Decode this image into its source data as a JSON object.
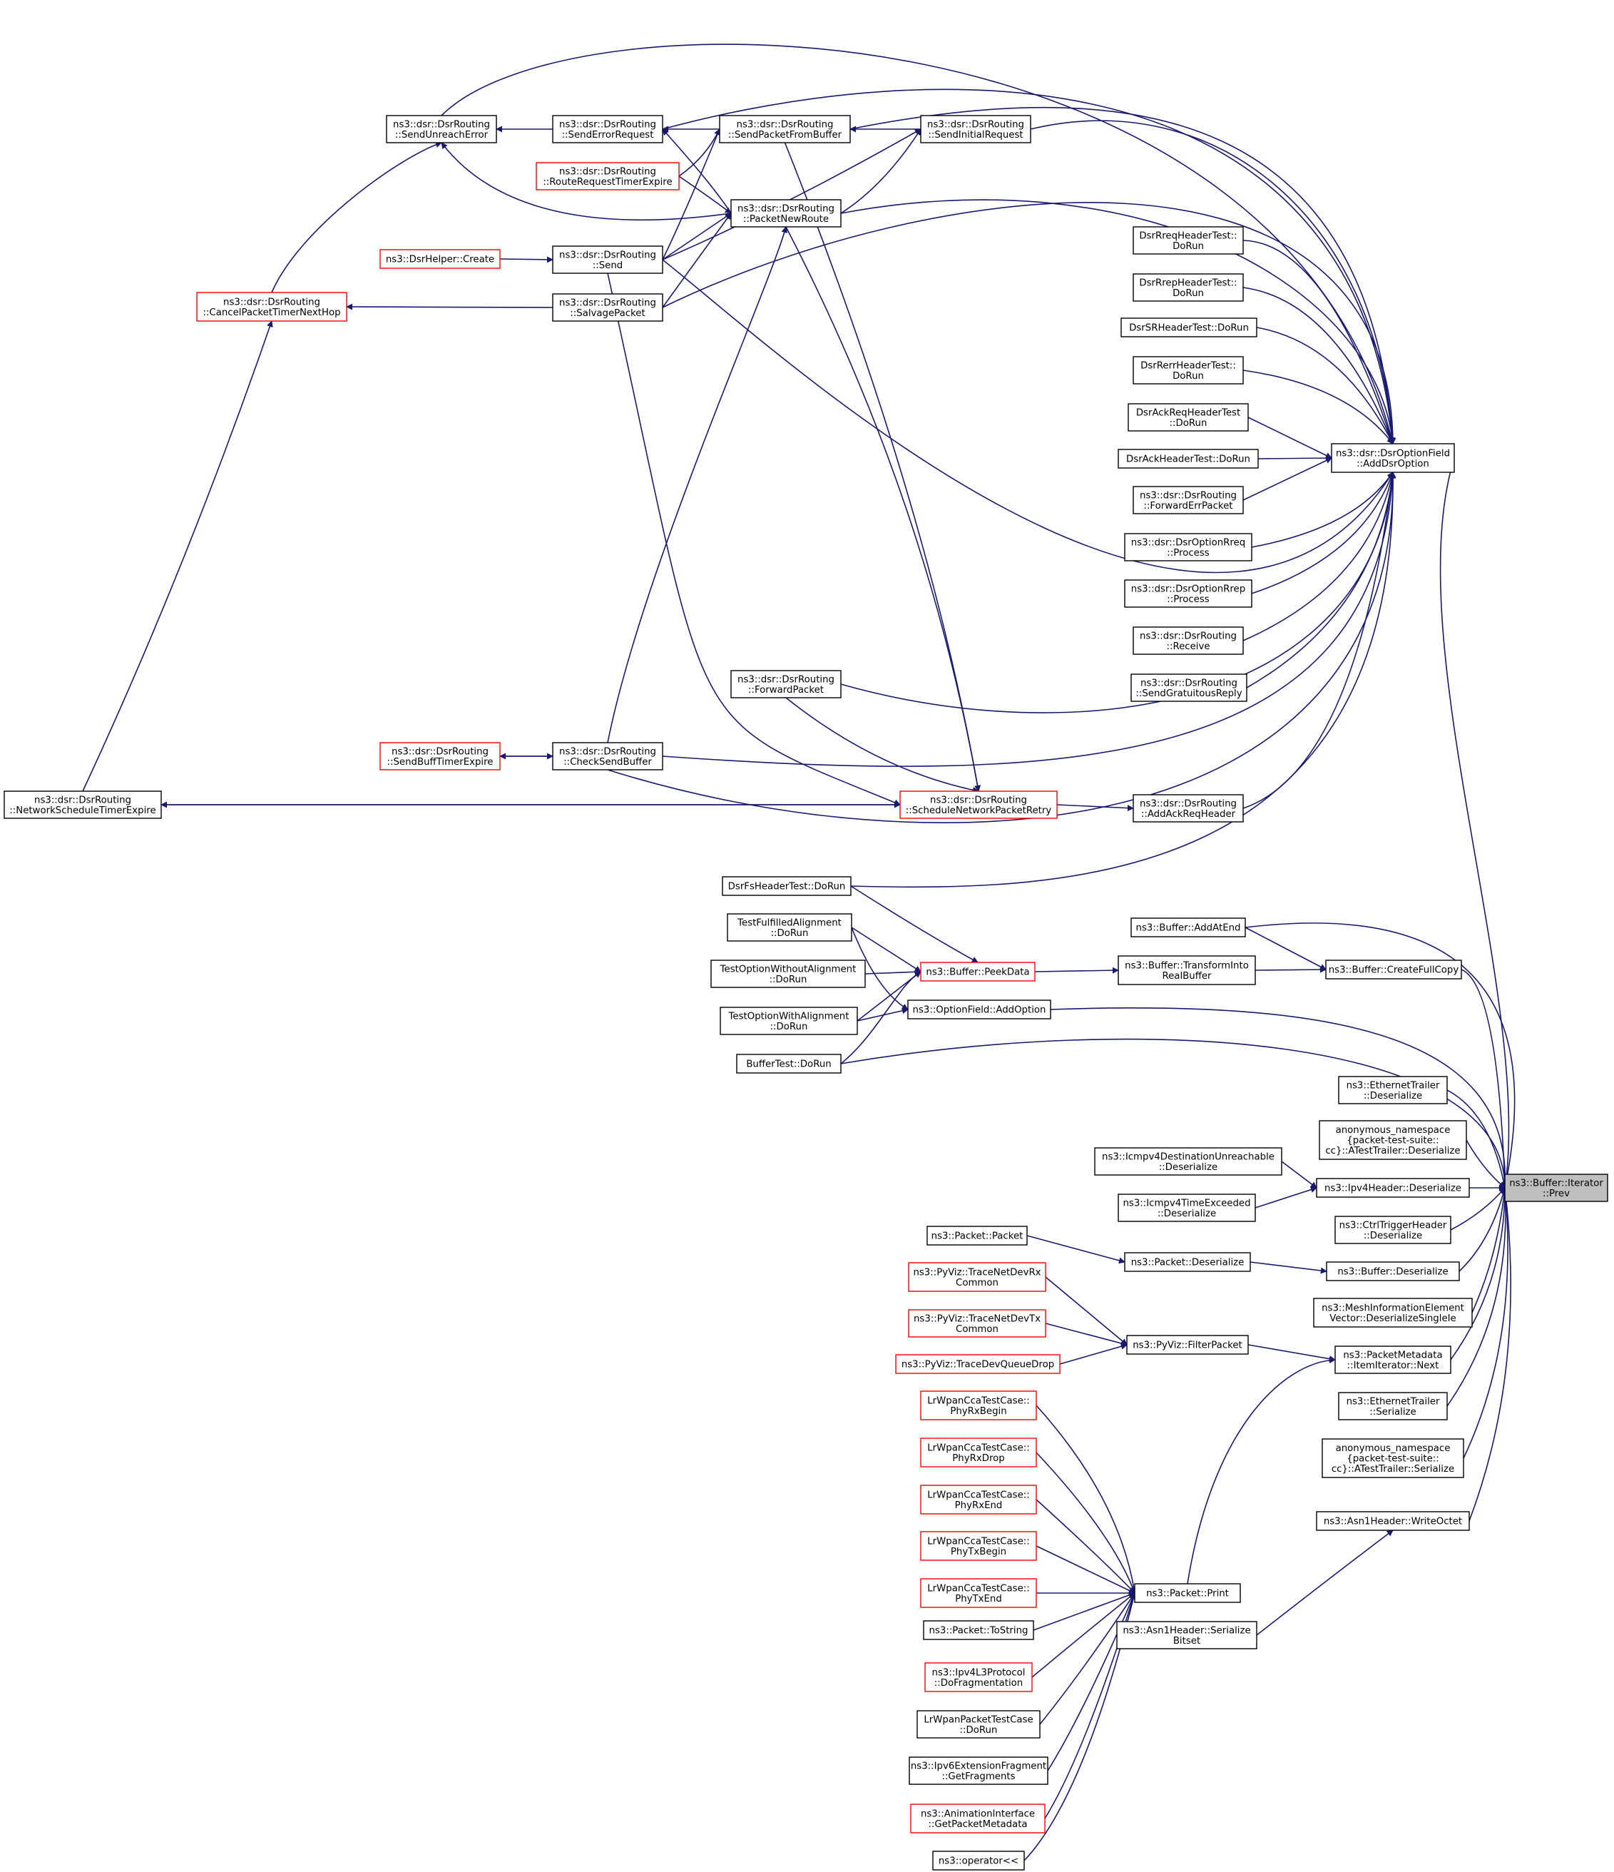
{
  "colors": {
    "edge": "#191970",
    "box_border": "#000000",
    "box_border_truncated": "#ff0000",
    "box_fill": "#ffffff",
    "root_fill": "#bfbfbf",
    "text": "#000000"
  },
  "nodes": {
    "prev": {
      "lines": [
        "ns3::Buffer::Iterator",
        "::Prev"
      ],
      "style": "root"
    },
    "addDsrOption": {
      "lines": [
        "ns3::dsr::DsrOptionField",
        "::AddDsrOption"
      ],
      "style": "normal"
    },
    "sendUnreachError": {
      "lines": [
        "ns3::dsr::DsrRouting",
        "::SendUnreachError"
      ],
      "style": "normal"
    },
    "sendErrorRequest": {
      "lines": [
        "ns3::dsr::DsrRouting",
        "::SendErrorRequest"
      ],
      "style": "normal"
    },
    "sendPacketFromBuffer": {
      "lines": [
        "ns3::dsr::DsrRouting",
        "::SendPacketFromBuffer"
      ],
      "style": "normal"
    },
    "sendInitialRequest": {
      "lines": [
        "ns3::dsr::DsrRouting",
        "::SendInitialRequest"
      ],
      "style": "normal"
    },
    "routeRequestTimerExpire": {
      "lines": [
        "ns3::dsr::DsrRouting",
        "::RouteRequestTimerExpire"
      ],
      "style": "truncated"
    },
    "packetNewRoute": {
      "lines": [
        "ns3::dsr::DsrRouting",
        "::PacketNewRoute"
      ],
      "style": "normal"
    },
    "dsrHelperCreate": {
      "lines": [
        "ns3::DsrHelper::Create"
      ],
      "style": "truncated"
    },
    "send": {
      "lines": [
        "ns3::dsr::DsrRouting",
        "::Send"
      ],
      "style": "normal"
    },
    "cancelPacketTimerNextHop": {
      "lines": [
        "ns3::dsr::DsrRouting",
        "::CancelPacketTimerNextHop"
      ],
      "style": "truncated"
    },
    "salvagePacket": {
      "lines": [
        "ns3::dsr::DsrRouting",
        "::SalvagePacket"
      ],
      "style": "normal"
    },
    "dsrRreqHeaderTest": {
      "lines": [
        "DsrRreqHeaderTest::",
        "DoRun"
      ],
      "style": "normal"
    },
    "dsrRrepHeaderTest": {
      "lines": [
        "DsrRrepHeaderTest::",
        "DoRun"
      ],
      "style": "normal"
    },
    "dsrSRHeaderTest": {
      "lines": [
        "DsrSRHeaderTest::DoRun"
      ],
      "style": "normal"
    },
    "dsrRerrHeaderTest": {
      "lines": [
        "DsrRerrHeaderTest::",
        "DoRun"
      ],
      "style": "normal"
    },
    "dsrAckReqHeaderTest": {
      "lines": [
        "DsrAckReqHeaderTest",
        "::DoRun"
      ],
      "style": "normal"
    },
    "dsrAckHeaderTest": {
      "lines": [
        "DsrAckHeaderTest::DoRun"
      ],
      "style": "normal"
    },
    "forwardErrPacket": {
      "lines": [
        "ns3::dsr::DsrRouting",
        "::ForwardErrPacket"
      ],
      "style": "normal"
    },
    "rreqProcess": {
      "lines": [
        "ns3::dsr::DsrOptionRreq",
        "::Process"
      ],
      "style": "normal"
    },
    "rrepProcess": {
      "lines": [
        "ns3::dsr::DsrOptionRrep",
        "::Process"
      ],
      "style": "normal"
    },
    "receive": {
      "lines": [
        "ns3::dsr::DsrRouting",
        "::Receive"
      ],
      "style": "normal"
    },
    "sendGratuitousReply": {
      "lines": [
        "ns3::dsr::DsrRouting",
        "::SendGratuitousReply"
      ],
      "style": "normal"
    },
    "forwardPacket": {
      "lines": [
        "ns3::dsr::DsrRouting",
        "::ForwardPacket"
      ],
      "style": "normal"
    },
    "sendBuffTimerExpire": {
      "lines": [
        "ns3::dsr::DsrRouting",
        "::SendBuffTimerExpire"
      ],
      "style": "truncated"
    },
    "checkSendBuffer": {
      "lines": [
        "ns3::dsr::DsrRouting",
        "::CheckSendBuffer"
      ],
      "style": "normal"
    },
    "networkScheduleTimerExpire": {
      "lines": [
        "ns3::dsr::DsrRouting",
        "::NetworkScheduleTimerExpire"
      ],
      "style": "normal"
    },
    "scheduleNetworkPacketRetry": {
      "lines": [
        "ns3::dsr::DsrRouting",
        "::ScheduleNetworkPacketRetry"
      ],
      "style": "truncated"
    },
    "addAckReqHeader": {
      "lines": [
        "ns3::dsr::DsrRouting",
        "::AddAckReqHeader"
      ],
      "style": "normal"
    },
    "dsrFsHeaderTest": {
      "lines": [
        "DsrFsHeaderTest::DoRun"
      ],
      "style": "normal"
    },
    "addAtEnd": {
      "lines": [
        "ns3::Buffer::AddAtEnd"
      ],
      "style": "normal"
    },
    "testFulfilledAlignment": {
      "lines": [
        "TestFulfilledAlignment",
        "::DoRun"
      ],
      "style": "normal"
    },
    "peekData": {
      "lines": [
        "ns3::Buffer::PeekData"
      ],
      "style": "truncated"
    },
    "transformIntoRealBuffer": {
      "lines": [
        "ns3::Buffer::TransformInto",
        "RealBuffer"
      ],
      "style": "normal"
    },
    "createFullCopy": {
      "lines": [
        "ns3::Buffer::CreateFullCopy"
      ],
      "style": "normal"
    },
    "testOptionWithoutAlignment": {
      "lines": [
        "TestOptionWithoutAlignment",
        "::DoRun"
      ],
      "style": "normal"
    },
    "testOptionWithAlignment": {
      "lines": [
        "TestOptionWithAlignment",
        "::DoRun"
      ],
      "style": "normal"
    },
    "optionFieldAddOption": {
      "lines": [
        "ns3::OptionField::AddOption"
      ],
      "style": "normal"
    },
    "bufferTest": {
      "lines": [
        "BufferTest::DoRun"
      ],
      "style": "normal"
    },
    "ethernetTrailerDeserialize": {
      "lines": [
        "ns3::EthernetTrailer",
        "::Deserialize"
      ],
      "style": "normal"
    },
    "aTestTrailerDeserialize": {
      "lines": [
        "anonymous_namespace",
        "{packet-test-suite::",
        "cc}::ATestTrailer::Deserialize"
      ],
      "style": "normal"
    },
    "icmpv4DestUnreachable": {
      "lines": [
        "ns3::Icmpv4DestinationUnreachable",
        "::Deserialize"
      ],
      "style": "normal"
    },
    "ipv4HeaderDeserialize": {
      "lines": [
        "ns3::Ipv4Header::Deserialize"
      ],
      "style": "normal"
    },
    "icmpv4TimeExceeded": {
      "lines": [
        "ns3::Icmpv4TimeExceeded",
        "::Deserialize"
      ],
      "style": "normal"
    },
    "ctrlTriggerHeader": {
      "lines": [
        "ns3::CtrlTriggerHeader",
        "::Deserialize"
      ],
      "style": "normal"
    },
    "packetPacket": {
      "lines": [
        "ns3::Packet::Packet"
      ],
      "style": "normal"
    },
    "packetDeserialize": {
      "lines": [
        "ns3::Packet::Deserialize"
      ],
      "style": "normal"
    },
    "bufferDeserialize": {
      "lines": [
        "ns3::Buffer::Deserialize"
      ],
      "style": "normal"
    },
    "traceNetDevRx": {
      "lines": [
        "ns3::PyViz::TraceNetDevRx",
        "Common"
      ],
      "style": "truncated"
    },
    "meshInfoElement": {
      "lines": [
        "ns3::MeshInformationElement",
        "Vector::DeserializeSingleIe"
      ],
      "style": "normal"
    },
    "traceNetDevTx": {
      "lines": [
        "ns3::PyViz::TraceNetDevTx",
        "Common"
      ],
      "style": "truncated"
    },
    "filterPacket": {
      "lines": [
        "ns3::PyViz::FilterPacket"
      ],
      "style": "normal"
    },
    "traceDevQueueDrop": {
      "lines": [
        "ns3::PyViz::TraceDevQueueDrop"
      ],
      "style": "truncated"
    },
    "itemIteratorNext": {
      "lines": [
        "ns3::PacketMetadata",
        "::ItemIterator::Next"
      ],
      "style": "normal"
    },
    "ethernetTrailerSerialize": {
      "lines": [
        "ns3::EthernetTrailer",
        "::Serialize"
      ],
      "style": "normal"
    },
    "phyRxBegin": {
      "lines": [
        "LrWpanCcaTestCase::",
        "PhyRxBegin"
      ],
      "style": "truncated"
    },
    "aTestTrailerSerialize": {
      "lines": [
        "anonymous_namespace",
        "{packet-test-suite::",
        "cc}::ATestTrailer::Serialize"
      ],
      "style": "normal"
    },
    "phyRxDrop": {
      "lines": [
        "LrWpanCcaTestCase::",
        "PhyRxDrop"
      ],
      "style": "truncated"
    },
    "phyRxEnd": {
      "lines": [
        "LrWpanCcaTestCase::",
        "PhyRxEnd"
      ],
      "style": "truncated"
    },
    "writeOctet": {
      "lines": [
        "ns3::Asn1Header::WriteOctet"
      ],
      "style": "normal"
    },
    "phyTxBegin": {
      "lines": [
        "LrWpanCcaTestCase::",
        "PhyTxBegin"
      ],
      "style": "truncated"
    },
    "phyTxEnd": {
      "lines": [
        "LrWpanCcaTestCase::",
        "PhyTxEnd"
      ],
      "style": "truncated"
    },
    "packetPrint": {
      "lines": [
        "ns3::Packet::Print"
      ],
      "style": "normal"
    },
    "serializeBitset": {
      "lines": [
        "ns3::Asn1Header::Serialize",
        "Bitset"
      ],
      "style": "normal"
    },
    "packetToString": {
      "lines": [
        "ns3::Packet::ToString"
      ],
      "style": "normal"
    },
    "doFragmentation": {
      "lines": [
        "ns3::Ipv4L3Protocol",
        "::DoFragmentation"
      ],
      "style": "truncated"
    },
    "lrWpanPacketTestCase": {
      "lines": [
        "LrWpanPacketTestCase",
        "::DoRun"
      ],
      "style": "normal"
    },
    "getFragments": {
      "lines": [
        "ns3::Ipv6ExtensionFragment",
        "::GetFragments"
      ],
      "style": "normal"
    },
    "getPacketMetadata": {
      "lines": [
        "ns3::AnimationInterface",
        "::GetPacketMetadata"
      ],
      "style": "truncated"
    },
    "operatorShift": {
      "lines": [
        "ns3::operator<<"
      ],
      "style": "normal"
    }
  }
}
